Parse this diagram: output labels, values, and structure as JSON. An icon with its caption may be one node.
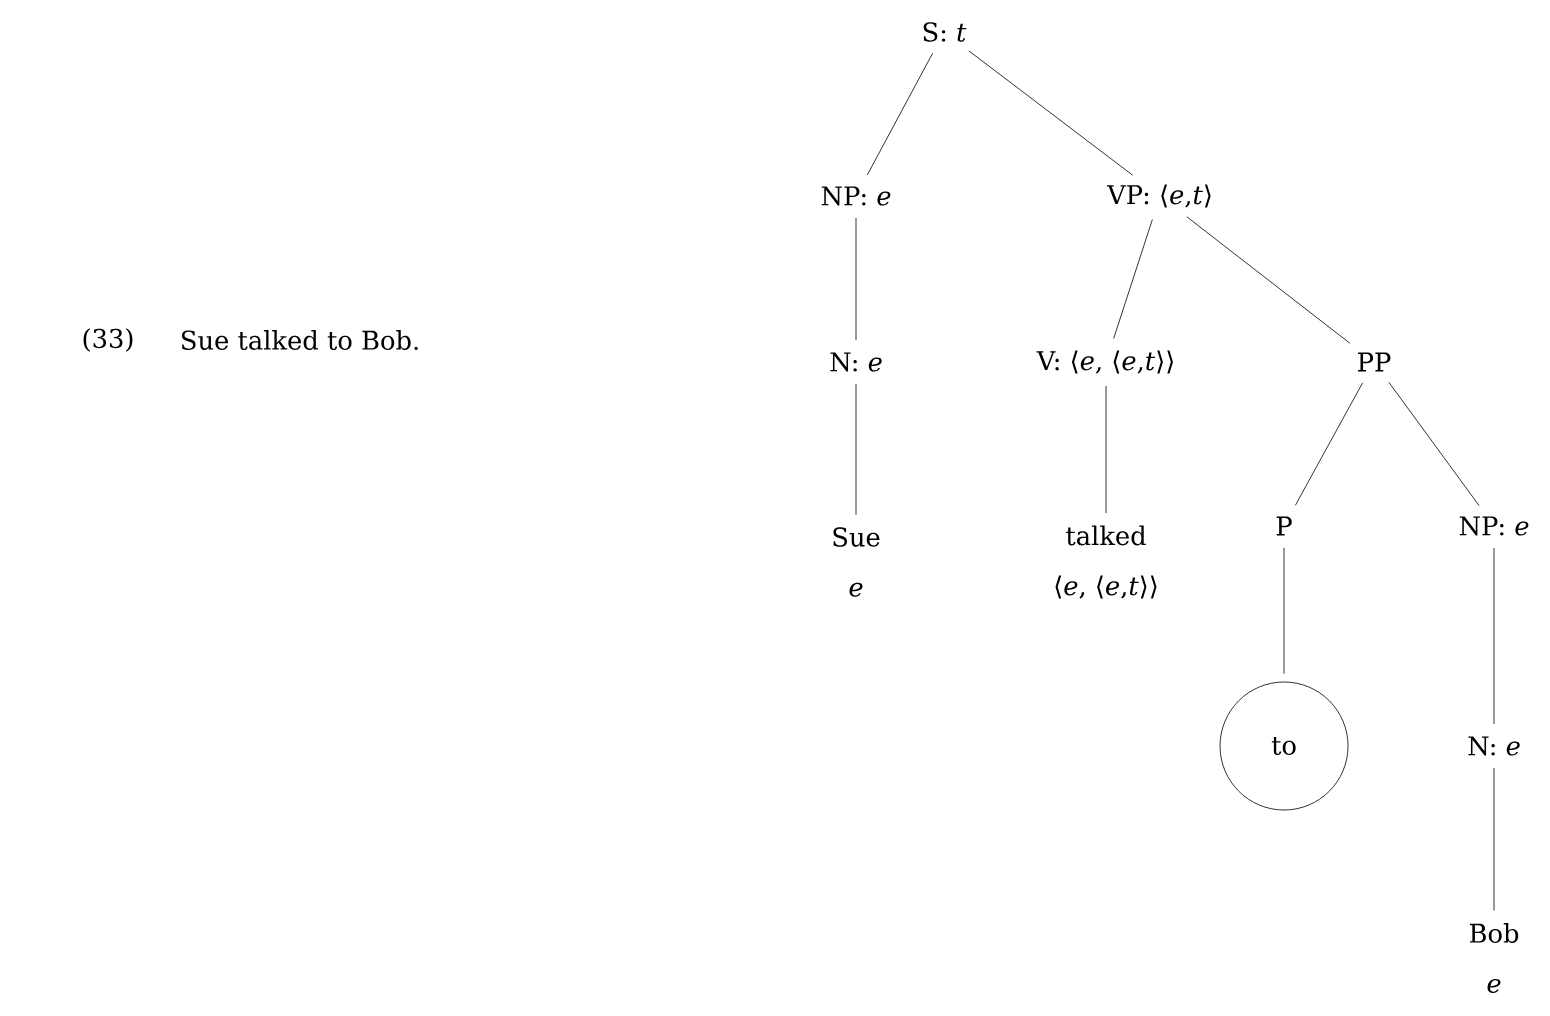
{
  "diagram": {
    "nodes": [
      {
        "text": [
          "S: *t*"
        ]
      },
      {
        "text": [
          "NP: *e*"
        ]
      },
      {
        "text": [
          "VP: ⟨*e*,*t*⟩"
        ]
      },
      {
        "text": [
          "N: *e*"
        ]
      },
      {
        "text": [
          "V: ⟨*e*, ⟨*e*,*t*⟩⟩"
        ]
      },
      {
        "text": [
          "PP"
        ]
      },
      {
        "text": [
          "Sue",
          "*e*"
        ]
      },
      {
        "text": [
          "talked",
          "⟨*e*, ⟨*e*,*t*⟩⟩"
        ]
      },
      {
        "text": [
          "P"
        ]
      },
      {
        "text": [
          "NP: *e*"
        ]
      },
      {
        "text": [
          "to"
        ]
      },
      {
        "text": [
          "N: *e*"
        ]
      },
      {
        "text": [
          "Bob",
          "*e*"
        ]
      }
    ],
    "edges": [
      {
        "from": 0,
        "to": 1,
        "arrow": "none"
      },
      {
        "from": 0,
        "to": 2,
        "arrow": "none"
      },
      {
        "from": 1,
        "to": 3,
        "arrow": "none"
      },
      {
        "from": 2,
        "to": 4,
        "arrow": "none"
      },
      {
        "from": 2,
        "to": 5,
        "arrow": "none"
      },
      {
        "from": 3,
        "to": 6,
        "arrow": "none"
      },
      {
        "from": 4,
        "to": 7,
        "arrow": "none"
      },
      {
        "from": 5,
        "to": 8,
        "arrow": "none"
      },
      {
        "from": 5,
        "to": 9,
        "arrow": "none"
      },
      {
        "from": 8,
        "to": 10,
        "arrow": "none"
      },
      {
        "from": 9,
        "to": 11,
        "arrow": "none"
      },
      {
        "from": 11,
        "to": 12,
        "arrow": "none"
      }
    ],
    "labels": [
      "(33)",
      "Sue talked to Bob."
    ]
  }
}
